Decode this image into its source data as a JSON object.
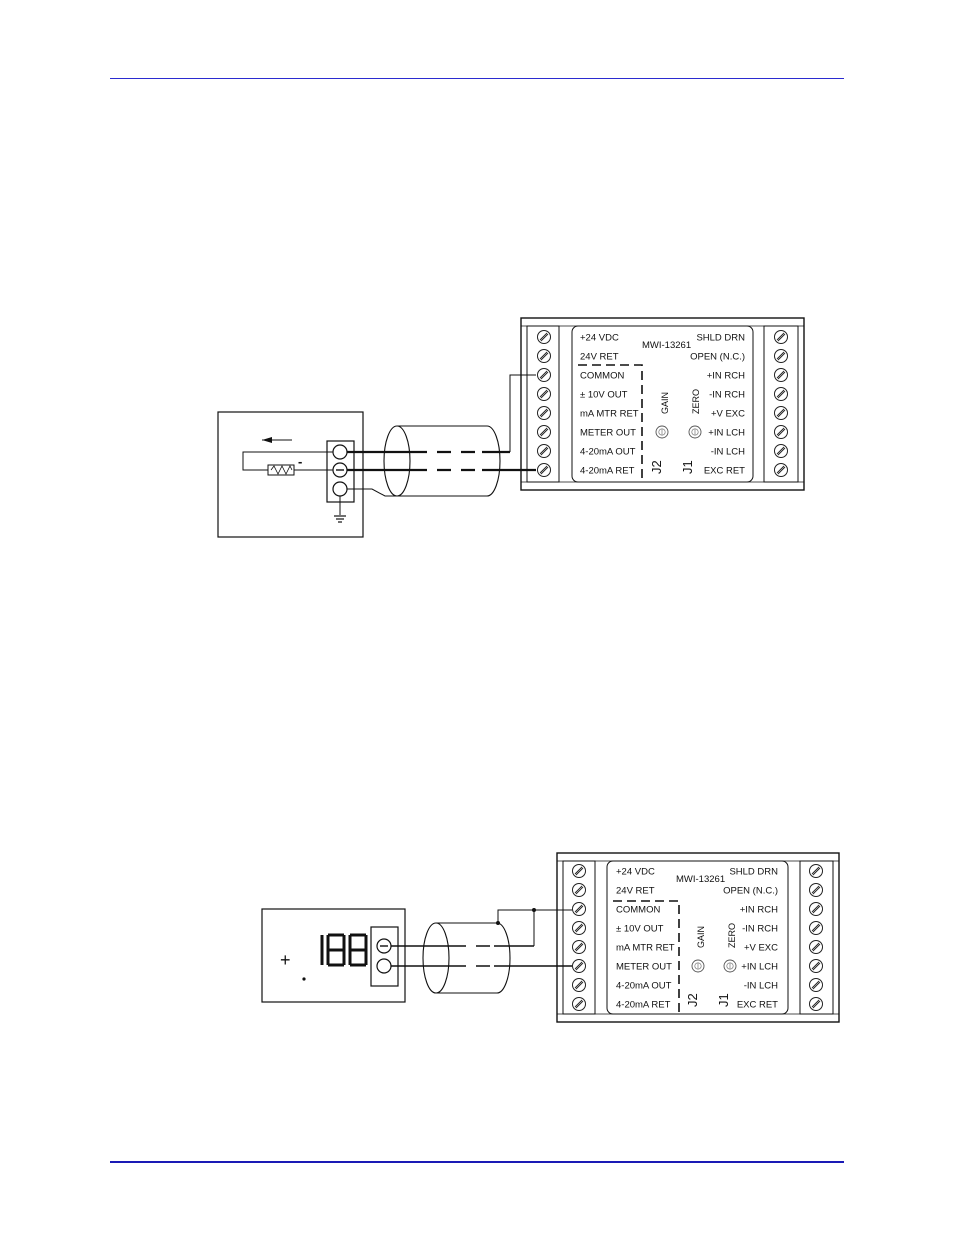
{
  "module": {
    "model": "MWI-13261",
    "left_labels": [
      "+24 VDC",
      "24V RET",
      "COMMON",
      "± 10V OUT",
      "mA MTR RET",
      "METER OUT",
      "4-20mA OUT",
      "4-20mA RET"
    ],
    "right_labels": [
      "SHLD DRN",
      "OPEN (N.C.)",
      "+IN RCH",
      "-IN RCH",
      "+V EXC",
      "+IN LCH",
      "-IN LCH",
      "EXC RET"
    ],
    "gain_label": "GAIN",
    "zero_label": "ZERO",
    "j1_label": "J1",
    "j2_label": "J2"
  },
  "diagram1": {
    "load_minus_label": "-"
  },
  "diagram2": {
    "meter_sign": "+",
    "meter_digits": "188"
  },
  "colors": {
    "rule": "#2b2bd0",
    "line": "#111111"
  }
}
